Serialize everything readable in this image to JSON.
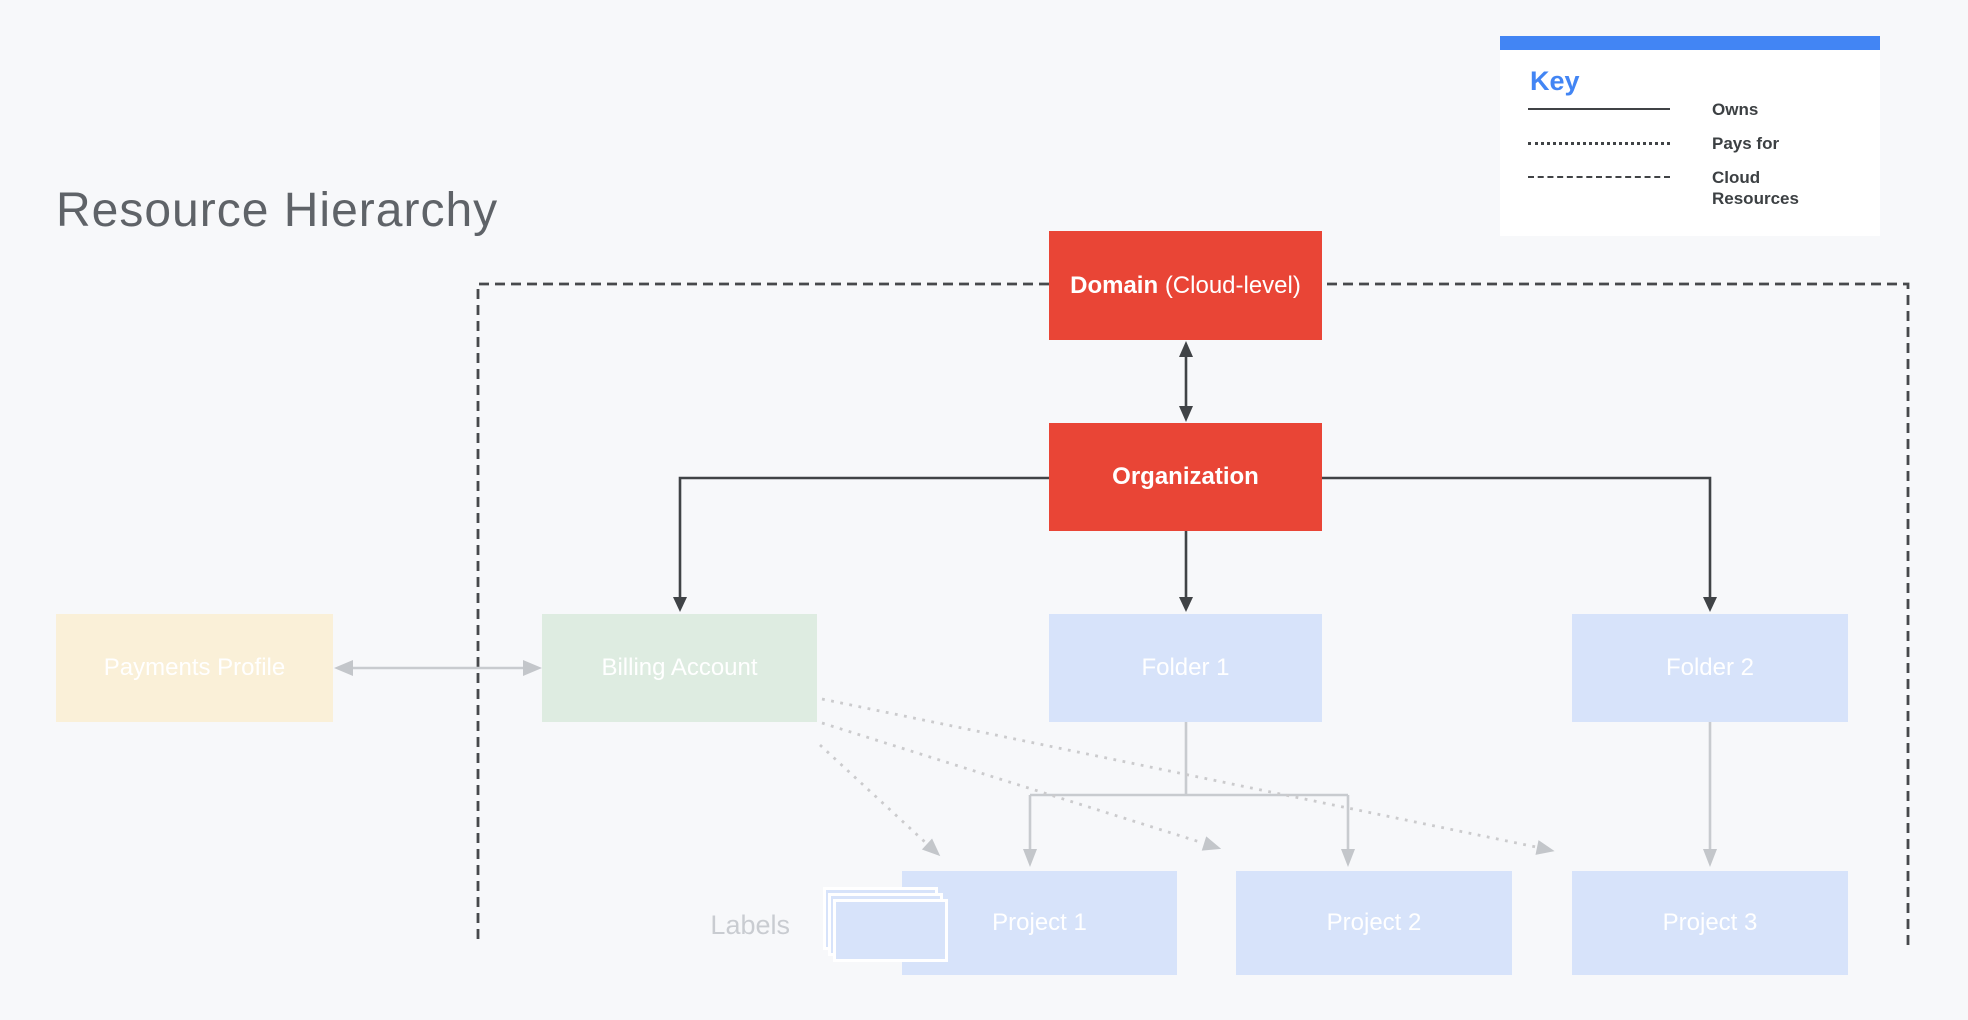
{
  "page": {
    "title": "Resource Hierarchy"
  },
  "legend": {
    "title": "Key",
    "items": [
      {
        "id": "owns",
        "label": "Owns",
        "line_style": "solid"
      },
      {
        "id": "pays_for",
        "label": "Pays for",
        "line_style": "dotted"
      },
      {
        "id": "cloud_resources",
        "label": "Cloud Resources",
        "line_style": "dashed"
      }
    ]
  },
  "nodes": {
    "domain": {
      "label_bold": "Domain",
      "label_rest": "(Cloud-level)",
      "color": "#e94536"
    },
    "organization": {
      "label": "Organization",
      "color": "#e94536"
    },
    "payments_profile": {
      "label": "Payments Profile",
      "color": "#faf0d8"
    },
    "billing_account": {
      "label": "Billing Account",
      "color": "#deece1"
    },
    "folder1": {
      "label": "Folder 1",
      "color": "#d7e3fa"
    },
    "folder2": {
      "label": "Folder 2",
      "color": "#d7e3fa"
    },
    "project1": {
      "label": "Project 1",
      "color": "#d7e3fa"
    },
    "project2": {
      "label": "Project 2",
      "color": "#d7e3fa"
    },
    "project3": {
      "label": "Project 3",
      "color": "#d7e3fa"
    }
  },
  "annotations": {
    "labels_caption": "Labels"
  },
  "colors": {
    "background": "#f7f8fa",
    "accent_blue": "#4285f4",
    "node_red": "#e94536",
    "node_blue": "#d7e3fa",
    "node_green": "#deece1",
    "node_cream": "#faf0d8",
    "dark_line": "#404346",
    "gray_line": "#c8cbcf",
    "title_gray": "#5f6368"
  }
}
